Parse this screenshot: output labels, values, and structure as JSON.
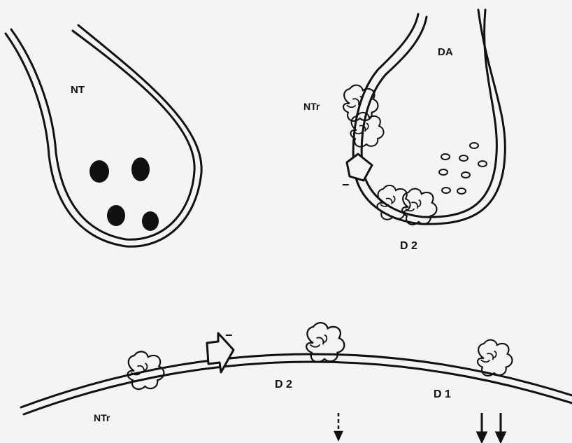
{
  "labels": {
    "nt": "NT",
    "da": "DA",
    "ntr_top": "NTr",
    "minus_top": "−",
    "d2_top": "D 2",
    "minus_bottom": "−",
    "d2_bottom": "D 2",
    "d1_bottom": "D 1",
    "ntr_bottom": "NTr"
  },
  "colors": {
    "ink": "#111111",
    "paper": "#f4f4f2"
  }
}
